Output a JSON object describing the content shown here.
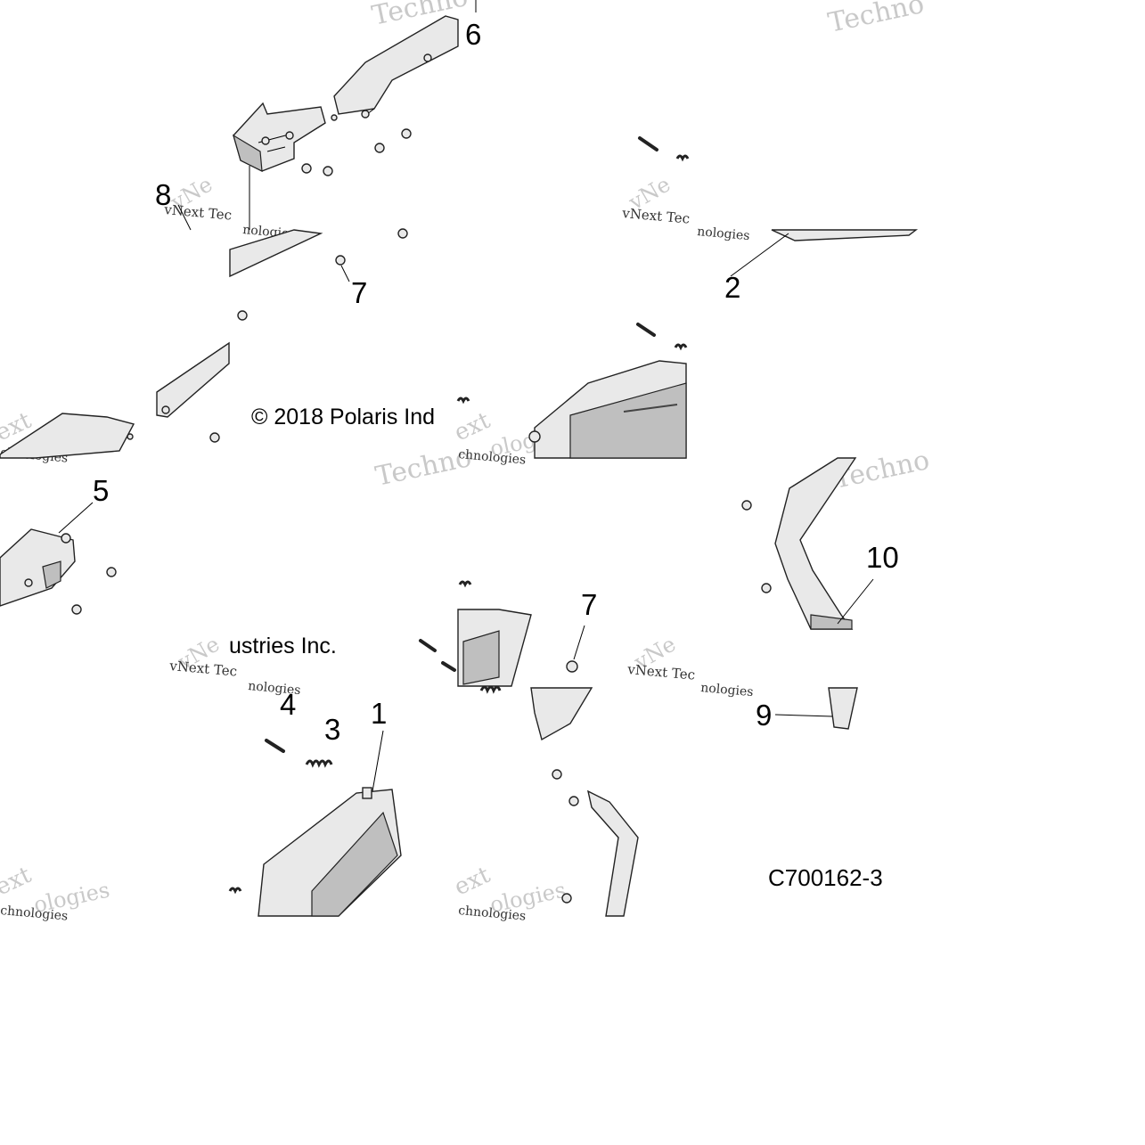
{
  "callouts": {
    "c1": "1",
    "c2": "2",
    "c3": "3",
    "c4": "4",
    "c5": "5",
    "c6": "6",
    "c7a": "7",
    "c7b": "7",
    "c8": "8",
    "c9": "9",
    "c10": "10"
  },
  "copyright": {
    "part_a": "© 2018 Polaris Ind",
    "part_b": "ustries Inc."
  },
  "figure_id": "C700162-3",
  "watermarks": {
    "techno": "Techno",
    "vnext_tec": "vNext Tec",
    "nologies": "nologies",
    "ext": "ext",
    "chnologies": "chnologies",
    "vne": "vNe",
    "ologies": "ologies"
  },
  "colors": {
    "part_fill": "#e9e9e9",
    "part_shadow": "#bfbfbf",
    "line": "#222222",
    "watermark": "#c9c9c9"
  }
}
